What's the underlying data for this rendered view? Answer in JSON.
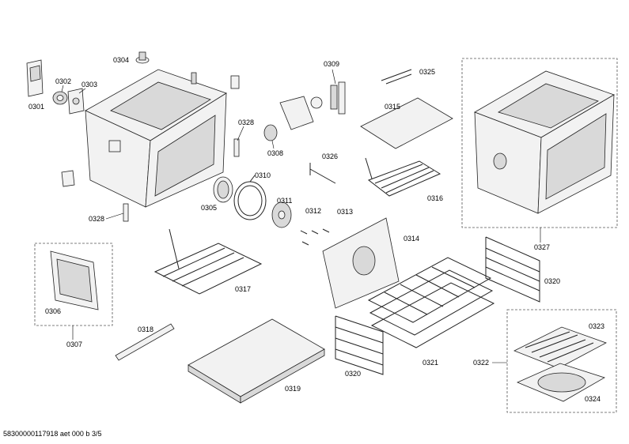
{
  "labels": {
    "p0301": "0301",
    "p0302": "0302",
    "p0303": "0303",
    "p0304": "0304",
    "p0305": "0305",
    "p0306": "0306",
    "p0307": "0307",
    "p0308": "0308",
    "p0309": "0309",
    "p0310": "0310",
    "p0311": "0311",
    "p0312": "0312",
    "p0313": "0313",
    "p0314": "0314",
    "p0315": "0315",
    "p0316": "0316",
    "p0317": "0317",
    "p0318": "0318",
    "p0319": "0319",
    "p0320a": "0320",
    "p0320b": "0320",
    "p0321": "0321",
    "p0322": "0322",
    "p0323": "0323",
    "p0324": "0324",
    "p0325": "0325",
    "p0326": "0326",
    "p0327": "0327",
    "p0328a": "0328",
    "p0328b": "0328"
  },
  "footer": {
    "code": "58300000117918 aet 000 b 3/5"
  }
}
